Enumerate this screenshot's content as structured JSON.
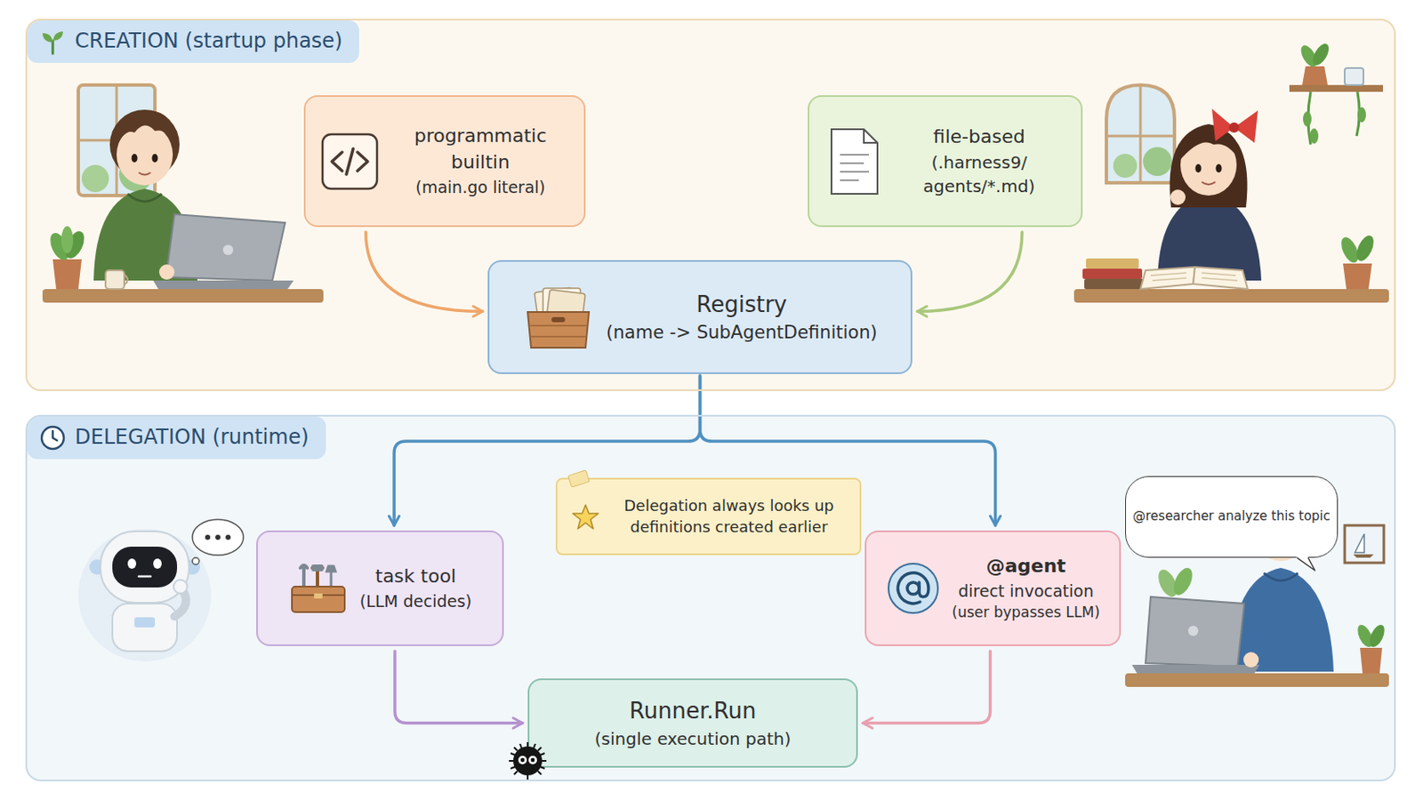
{
  "diagram": {
    "nodes": [
      {
        "text": [
          "CREATION (startup phase)"
        ]
      },
      {
        "text": [
          "programmatic builtin",
          "(main.go literal)"
        ],
        "in": 0
      },
      {
        "text": [
          "file-based",
          "(.harness9/ agents/*.md)"
        ],
        "in": 0
      },
      {
        "text": [
          "Registry",
          "(name -> SubAgentDefinition)"
        ],
        "in": 0
      },
      {
        "text": [
          "DELEGATION (runtime)"
        ]
      },
      {
        "text": [
          "task tool",
          "(LLM decides)"
        ],
        "in": 4
      },
      {
        "text": [
          "Delegation always looks up definitions created earlier"
        ],
        "in": 4
      },
      {
        "text": [
          "@agent",
          "direct invocation",
          "(user bypasses LLM)"
        ],
        "in": 4
      },
      {
        "text": [
          "@researcher analyze this topic"
        ],
        "in": 4
      },
      {
        "text": [
          "Runner.Run",
          "(single execution path)"
        ],
        "in": 4
      }
    ],
    "edges": [
      {
        "from": 1,
        "to": 3,
        "arrow": "to"
      },
      {
        "from": 2,
        "to": 3,
        "arrow": "to"
      },
      {
        "from": 3,
        "to": 5,
        "arrow": "to"
      },
      {
        "from": 3,
        "to": 7,
        "arrow": "to"
      },
      {
        "from": 5,
        "to": 9,
        "arrow": "to"
      },
      {
        "from": 7,
        "to": 9,
        "arrow": "to"
      }
    ]
  }
}
